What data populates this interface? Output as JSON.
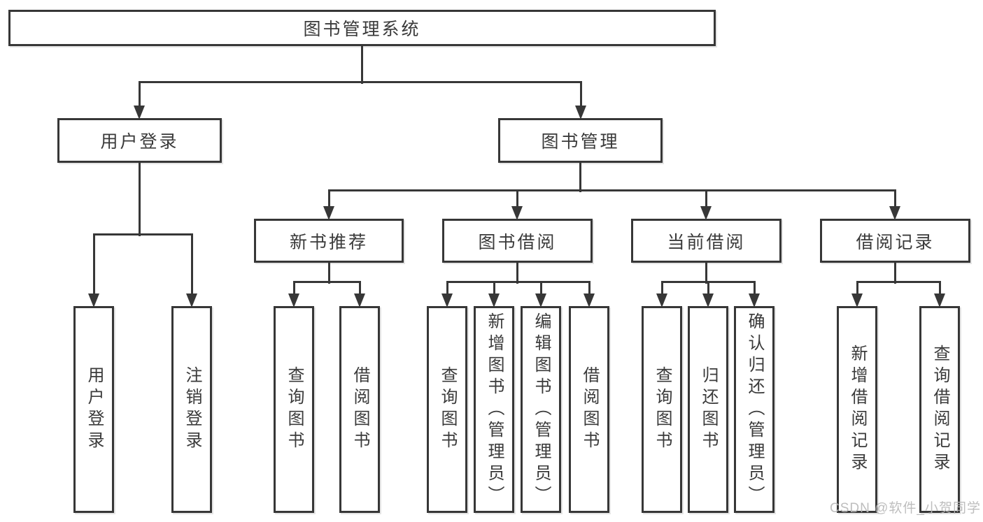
{
  "tree": {
    "label": "图书管理系统",
    "children": [
      {
        "label": "用户登录",
        "children": [
          {
            "label": "用户登录"
          },
          {
            "label": "注销登录"
          }
        ]
      },
      {
        "label": "图书管理",
        "children": [
          {
            "label": "新书推荐",
            "children": [
              {
                "label": "查询图书"
              },
              {
                "label": "借阅图书"
              }
            ]
          },
          {
            "label": "图书借阅",
            "children": [
              {
                "label": "查询图书"
              },
              {
                "label": "新增图书（管理员）"
              },
              {
                "label": "编辑图书（管理员）"
              },
              {
                "label": "借阅图书"
              }
            ]
          },
          {
            "label": "当前借阅",
            "children": [
              {
                "label": "查询图书"
              },
              {
                "label": "归还图书"
              },
              {
                "label": "确认归还（管理员）"
              }
            ]
          },
          {
            "label": "借阅记录",
            "children": [
              {
                "label": "新增借阅记录"
              },
              {
                "label": "查询借阅记录"
              }
            ]
          }
        ]
      }
    ]
  },
  "watermark": {
    "text": "CSDN @软件_小贺同学"
  },
  "colors": {
    "line": "#373737",
    "box_border": "#373737",
    "text": "#3a3a3a",
    "background": "#ffffff",
    "watermark": "#b9b9b9"
  }
}
